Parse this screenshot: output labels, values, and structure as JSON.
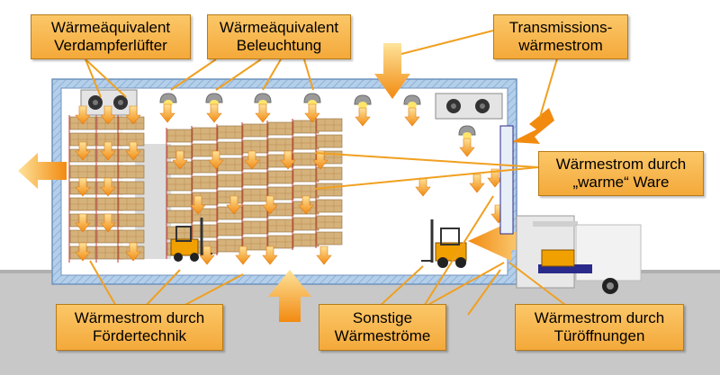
{
  "labels": {
    "evaporator_fan": [
      "Wärmeäquivalent",
      "Verdampferlüfter"
    ],
    "lighting": [
      "Wärmeäquivalent",
      "Beleuchtung"
    ],
    "transmission": [
      "Transmissions-",
      "wärmestrom"
    ],
    "warm_goods": [
      "Wärmestrom durch",
      "„warme“ Ware"
    ],
    "conveyor": [
      "Wärmestrom durch",
      "Fördertechnik"
    ],
    "other": [
      "Sonstige",
      "Wärmeströme"
    ],
    "door_openings": [
      "Wärmestrom durch",
      "Türöffnungen"
    ]
  },
  "colors": {
    "label_fill": "#f6b44a",
    "label_border": "#b77a17",
    "leader_line": "#f0a020",
    "wall": "#a9c6e4",
    "ground": "#c8c8c8",
    "heat_arrow": "#f59a1c"
  },
  "icons": [
    "heat-arrow",
    "lamp-icon",
    "evaporator-fan-icon",
    "forklift-icon",
    "truck-icon",
    "pallet-rack"
  ]
}
